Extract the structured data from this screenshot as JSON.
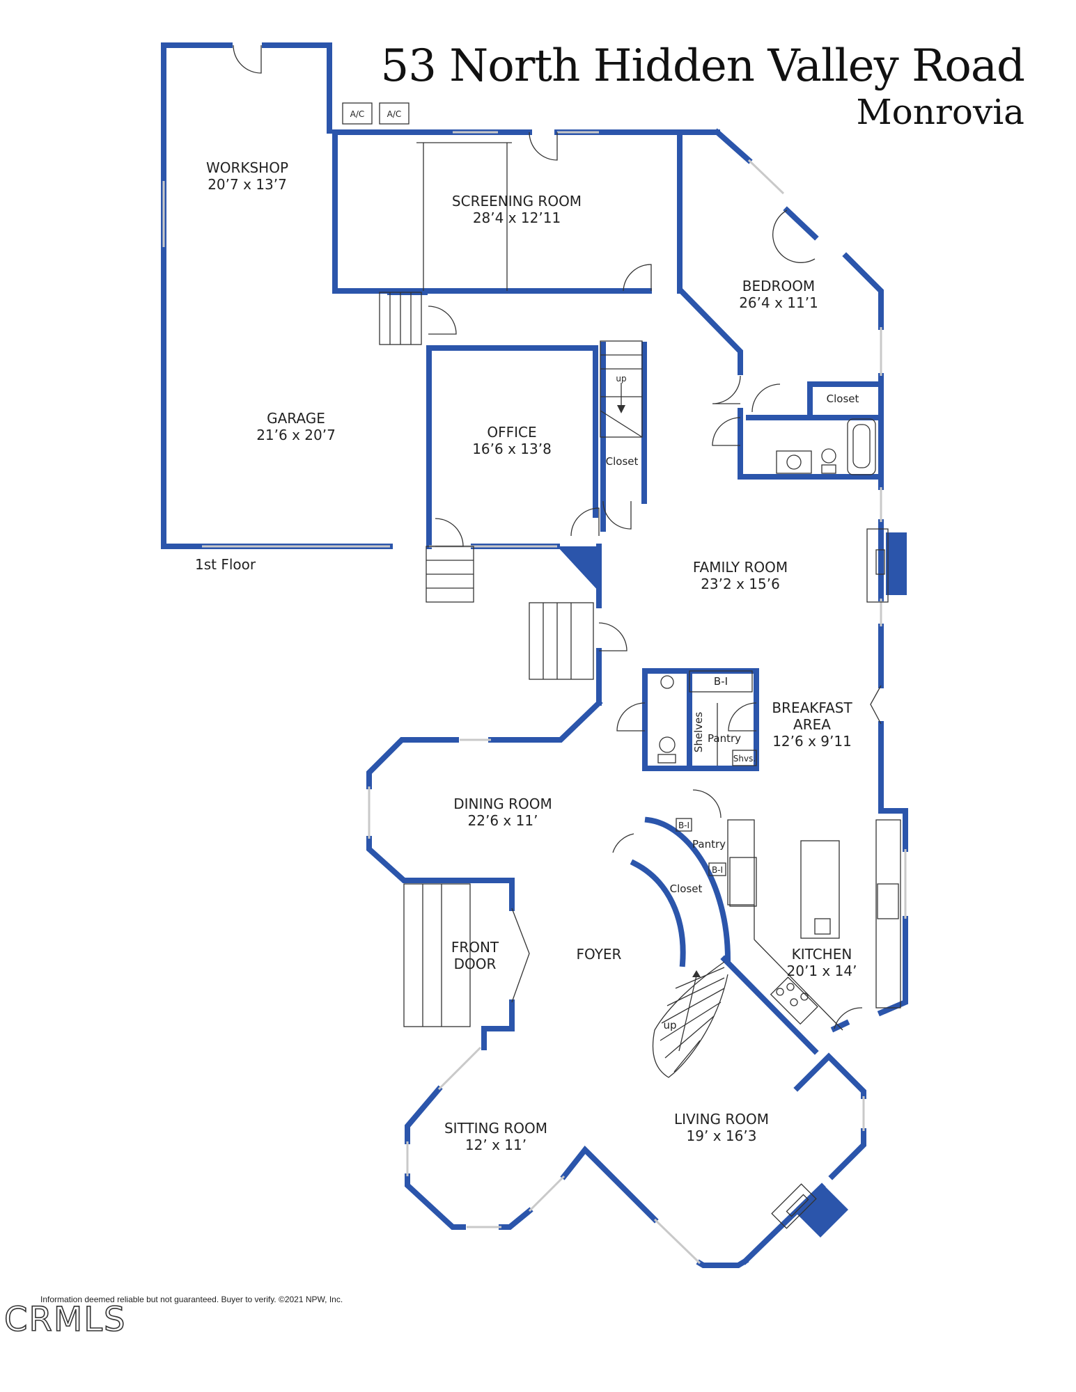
{
  "header": {
    "title": "53 North Hidden Valley Road",
    "subtitle": "Monrovia"
  },
  "floor_label": "1st Floor",
  "rooms": {
    "workshop": {
      "name": "WORKSHOP",
      "size": "20’7 x 13’7"
    },
    "screening_room": {
      "name": "SCREENING ROOM",
      "size": "28’4 x 12’11"
    },
    "bedroom": {
      "name": "BEDROOM",
      "size": "26’4 x 11’1"
    },
    "garage": {
      "name": "GARAGE",
      "size": "21’6 x 20’7"
    },
    "office": {
      "name": "OFFICE",
      "size": "16’6 x 13’8"
    },
    "family_room": {
      "name": "FAMILY ROOM",
      "size": "23’2 x 15’6"
    },
    "breakfast_area": {
      "name_line1": "BREAKFAST",
      "name_line2": "AREA",
      "size": "12’6 x 9’11"
    },
    "dining_room": {
      "name": "DINING ROOM",
      "size": "22’6 x 11’"
    },
    "front_door": {
      "name_line1": "FRONT",
      "name_line2": "DOOR"
    },
    "foyer": {
      "name": "FOYER"
    },
    "kitchen": {
      "name": "KITCHEN",
      "size": "20’1 x 14’"
    },
    "sitting_room": {
      "name": "SITTING ROOM",
      "size": "12’ x 11’"
    },
    "living_room": {
      "name": "LIVING ROOM",
      "size": "19’ x 16’3"
    }
  },
  "labels": {
    "ac": "A/C",
    "closet": "Closet",
    "up": "up",
    "bi": "B-I",
    "shelves": "Shelves",
    "pantry": "Pantry",
    "shvs": "Shvs."
  },
  "footer": {
    "disclaimer": "Information deemed reliable but not guaranteed. Buyer to verify. ©2021 NPW, Inc.",
    "logo": "CRMLS"
  }
}
